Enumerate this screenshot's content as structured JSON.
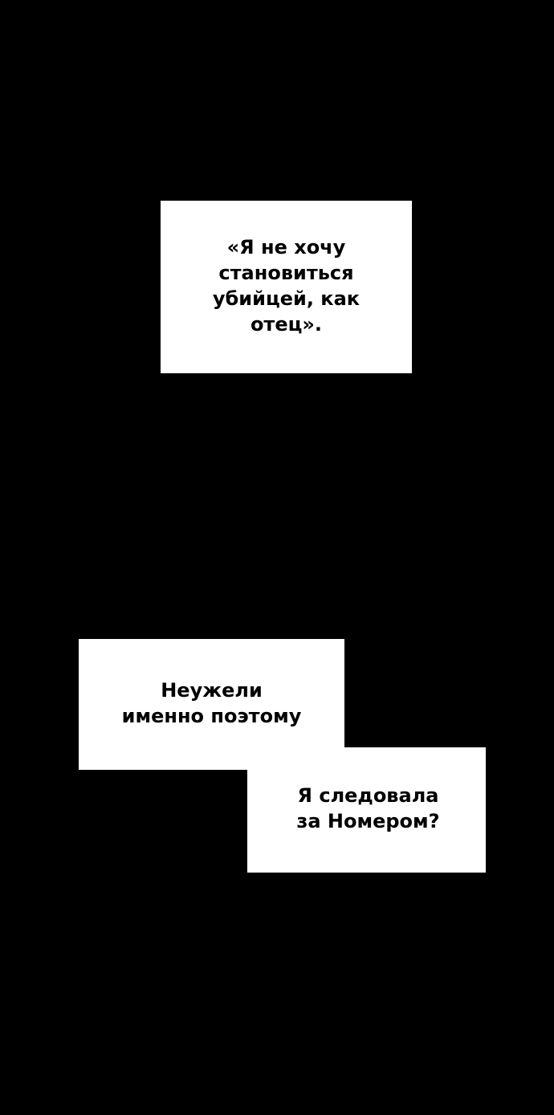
{
  "captions": [
    {
      "lines": [
        "«Я не хочу",
        "становиться",
        "убийцей, как",
        "отец»."
      ]
    },
    {
      "lines": [
        "Неужели",
        "именно поэтому"
      ]
    },
    {
      "lines": [
        "Я следовала",
        "за Номером?"
      ]
    }
  ],
  "colors": {
    "background": "#000000",
    "caption_box": "#ffffff",
    "text": "#000000"
  }
}
